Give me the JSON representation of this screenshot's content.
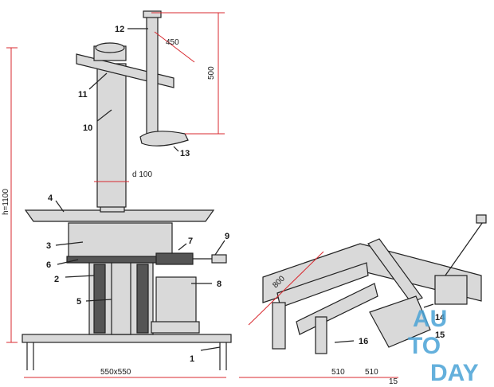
{
  "colors": {
    "ink": "#222222",
    "dimension_red": "#d8292f",
    "watermark": "#4aa3d6"
  },
  "dimensions": {
    "height": "h=1100",
    "arm": "450",
    "column": "500",
    "diameter": "d 100",
    "base": "550x550",
    "right_a": "510",
    "right_b": "510",
    "right_c": "15",
    "ramp": "800"
  },
  "labels": {
    "n1": "1",
    "n2": "2",
    "n3": "3",
    "n4": "4",
    "n5": "5",
    "n6": "6",
    "n7": "7",
    "n8": "8",
    "n9": "9",
    "n10": "10",
    "n11": "11",
    "n12": "12",
    "n13": "13",
    "n14": "14",
    "n15": "15",
    "n16": "16"
  },
  "watermark": {
    "line1": "AU",
    "line2": "TO",
    "line3": "DAY"
  }
}
